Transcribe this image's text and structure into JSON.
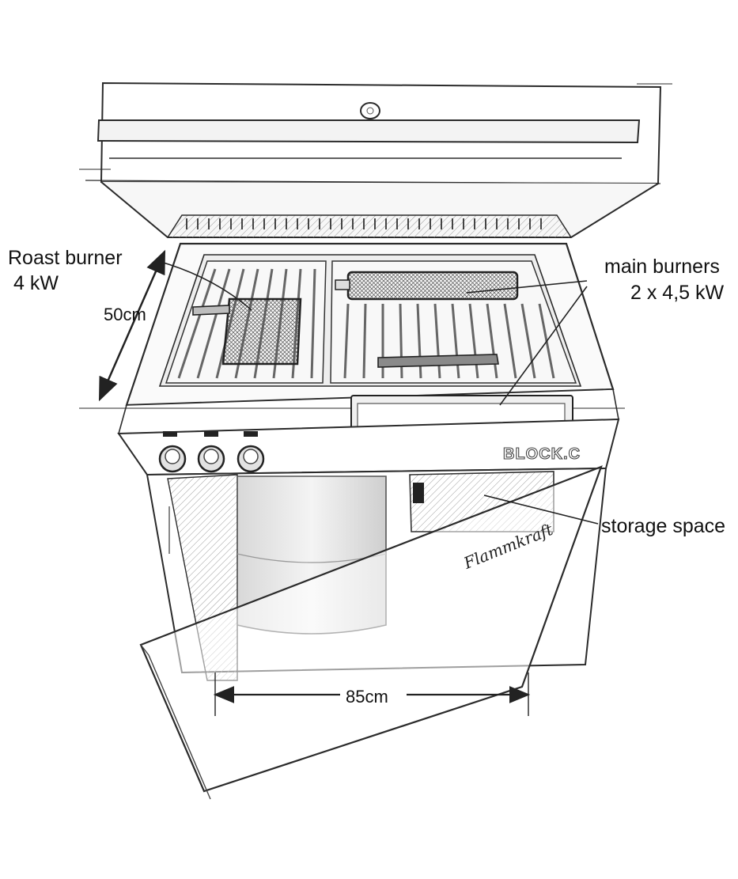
{
  "labels": {
    "roast_burner": "Roast burner",
    "roast_power": "4 kW",
    "main_burners": "main burners",
    "main_power": "2 x 4,5 kW",
    "storage": "storage space",
    "depth": "50cm",
    "width": "85cm"
  },
  "product": {
    "brand": "BLOCK.C",
    "signature": "Flammkraft"
  },
  "colors": {
    "ink": "#2b2b2b",
    "shade": "#9a9a9a",
    "paper": "#ffffff"
  }
}
